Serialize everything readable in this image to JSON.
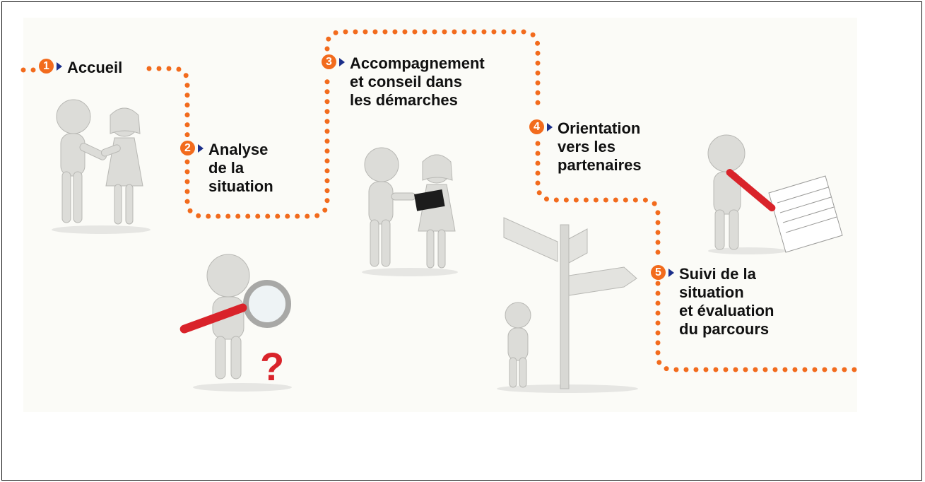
{
  "accent_color": "#f26b1d",
  "arrow_color": "#1b2f8a",
  "steps": [
    {
      "number": "1",
      "label": "Accueil"
    },
    {
      "number": "2",
      "label": "Analyse\nde la\nsituation"
    },
    {
      "number": "3",
      "label": "Accompagnement\net conseil dans\nles démarches"
    },
    {
      "number": "4",
      "label": "Orientation\nvers les\npartenaires"
    },
    {
      "number": "5",
      "label": "Suivi de la\nsituation\net évaluation\ndu parcours"
    }
  ],
  "illustrations": [
    {
      "icon": "handshake-figures-icon"
    },
    {
      "icon": "magnifier-question-icon"
    },
    {
      "icon": "advisor-figures-icon"
    },
    {
      "icon": "signpost-figure-icon"
    },
    {
      "icon": "checklist-figure-icon"
    }
  ]
}
